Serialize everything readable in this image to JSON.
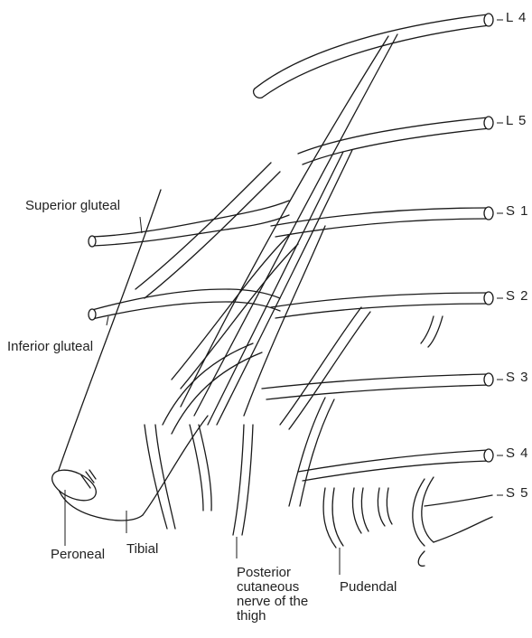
{
  "roots": {
    "l4": "L 4",
    "l5": "L 5",
    "s1": "S 1",
    "s2": "S 2",
    "s3": "S 3",
    "s4": "S 4",
    "s5": "S 5"
  },
  "branches": {
    "superior_gluteal": "Superior gluteal",
    "inferior_gluteal": "Inferior gluteal",
    "peroneal": "Peroneal",
    "tibial": "Tibial",
    "posterior_cutaneous": "Posterior cutaneous nerve of the thigh",
    "pudendal": "Pudendal"
  }
}
